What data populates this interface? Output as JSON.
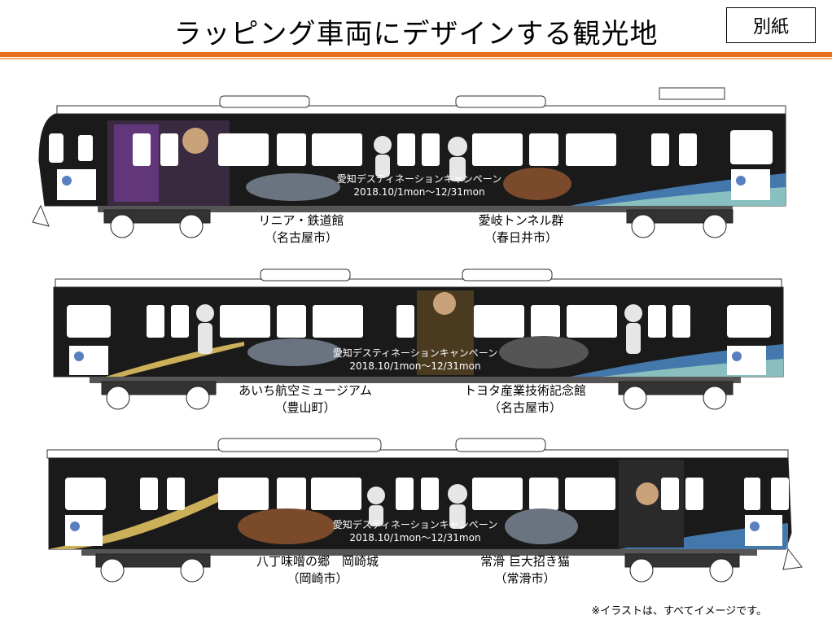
{
  "header": {
    "title": "ラッピング車両にデザインする観光地",
    "appendix_label": "別紙"
  },
  "campaign_text": {
    "line1": "愛知デスティネーションキャンペーン",
    "line2": "2018.10/1mon～12/31mon"
  },
  "cars": [
    {
      "spots": [
        {
          "name": "リニア・鉄道館",
          "city": "（名古屋市）"
        },
        {
          "name": "愛岐トンネル群",
          "city": "（春日井市）"
        }
      ]
    },
    {
      "spots": [
        {
          "name": "あいち航空ミュージアム",
          "city": "（豊山町）"
        },
        {
          "name": "トヨタ産業技術記念館",
          "city": "（名古屋市）"
        }
      ]
    },
    {
      "spots": [
        {
          "name": "八丁味噌の郷　岡崎城",
          "city": "（岡崎市）"
        },
        {
          "name": "常滑 巨大招き猫",
          "city": "（常滑市）"
        }
      ]
    }
  ],
  "footnote": "※イラストは、すべてイメージです。",
  "colors": {
    "accent_rule": "#e8701e",
    "car_body": "#1a1a1a"
  }
}
